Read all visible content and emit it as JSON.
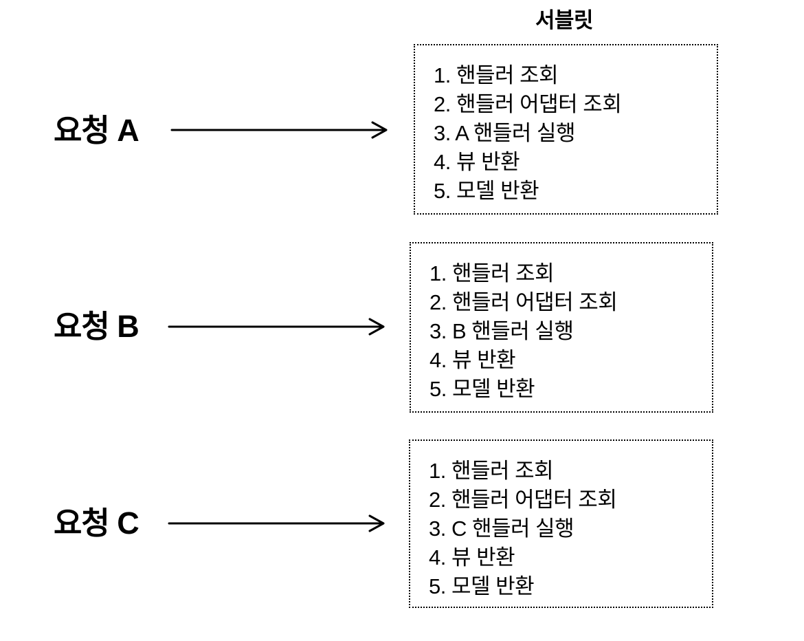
{
  "title": "서블릿",
  "rows": [
    {
      "request_label": "요청 A",
      "steps": [
        "1. 핸들러 조회",
        "2. 핸들러 어댑터 조회",
        "3. A 핸들러 실행",
        "4. 뷰 반환",
        "5. 모델 반환"
      ]
    },
    {
      "request_label": "요청 B",
      "steps": [
        "1. 핸들러 조회",
        "2. 핸들러 어댑터 조회",
        "3. B 핸들러 실행",
        "4. 뷰 반환",
        "5. 모델 반환"
      ]
    },
    {
      "request_label": "요청 C",
      "steps": [
        "1. 핸들러 조회",
        "2. 핸들러 어댑터 조회",
        "3. C 핸들러 실행",
        "4. 뷰 반환",
        "5. 모델 반환"
      ]
    }
  ],
  "colors": {
    "background": "#ffffff",
    "text": "#000000",
    "box_border": "#000000",
    "arrow": "#000000"
  }
}
